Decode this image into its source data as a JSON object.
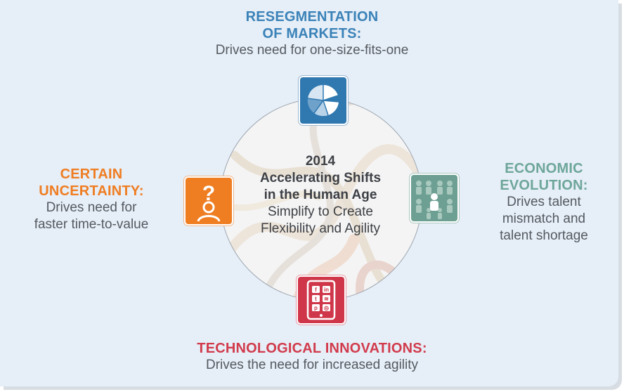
{
  "top": {
    "heading_line1": "RESEGMENTATION",
    "heading_line2": "OF MARKETS:",
    "desc": "Drives need for one-size-fits-one"
  },
  "left": {
    "heading_line1": "CERTAIN",
    "heading_line2": "UNCERTAINTY:",
    "desc_line1": "Drives need for",
    "desc_line2": "faster time-to-value"
  },
  "right": {
    "heading_line1": "ECONOMIC",
    "heading_line2": "EVOLUTION:",
    "desc_line1": "Drives talent",
    "desc_line2": "mismatch and",
    "desc_line3": "talent shortage"
  },
  "bottom": {
    "heading": "TECHNOLOGICAL INNOVATIONS:",
    "desc": "Drives the need for increased agility"
  },
  "center": {
    "line1": "2014",
    "line2": "Accelerating Shifts",
    "line3": "in the Human Age",
    "line4": "Simplify to Create",
    "line5": "Flexibility and Agility"
  },
  "icons": {
    "top": "pie-chart-icon",
    "left": "question-person-icon",
    "right": "people-grid-icon",
    "bottom": "tablet-social-icon"
  },
  "colors": {
    "top": "#3a82b8",
    "left": "#ef7d22",
    "right": "#6ea69a",
    "bottom": "#d13b4c",
    "background": "#e6eef7"
  }
}
